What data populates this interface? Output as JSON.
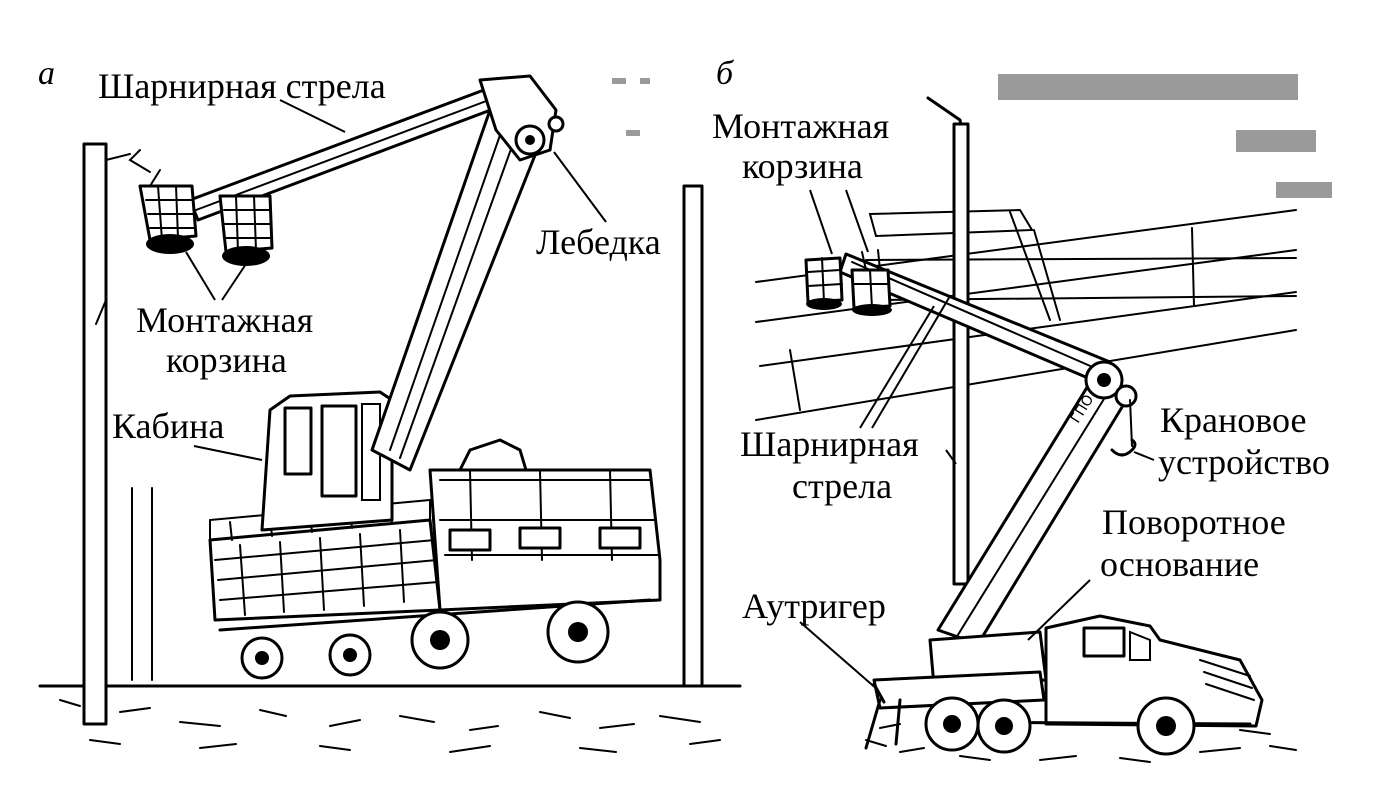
{
  "panel_a": {
    "letter": "а",
    "labels": {
      "boom": "Шарнирная стрела",
      "winch": "Лебедка",
      "basket_line1": "Монтажная",
      "basket_line2": "корзина",
      "cab": "Кабина"
    }
  },
  "panel_b": {
    "letter": "б",
    "labels": {
      "basket_line1": "Монтажная",
      "basket_line2": "корзина",
      "boom_line1": "Шарнирная",
      "boom_line2": "стрела",
      "crane_line1": "Крановое",
      "crane_line2": "устройство",
      "turntable_line1": "Поворотное",
      "turntable_line2": "основание",
      "outrigger": "Аутригер"
    }
  },
  "colors": {
    "ink": "#000000",
    "paper": "#ffffff"
  }
}
